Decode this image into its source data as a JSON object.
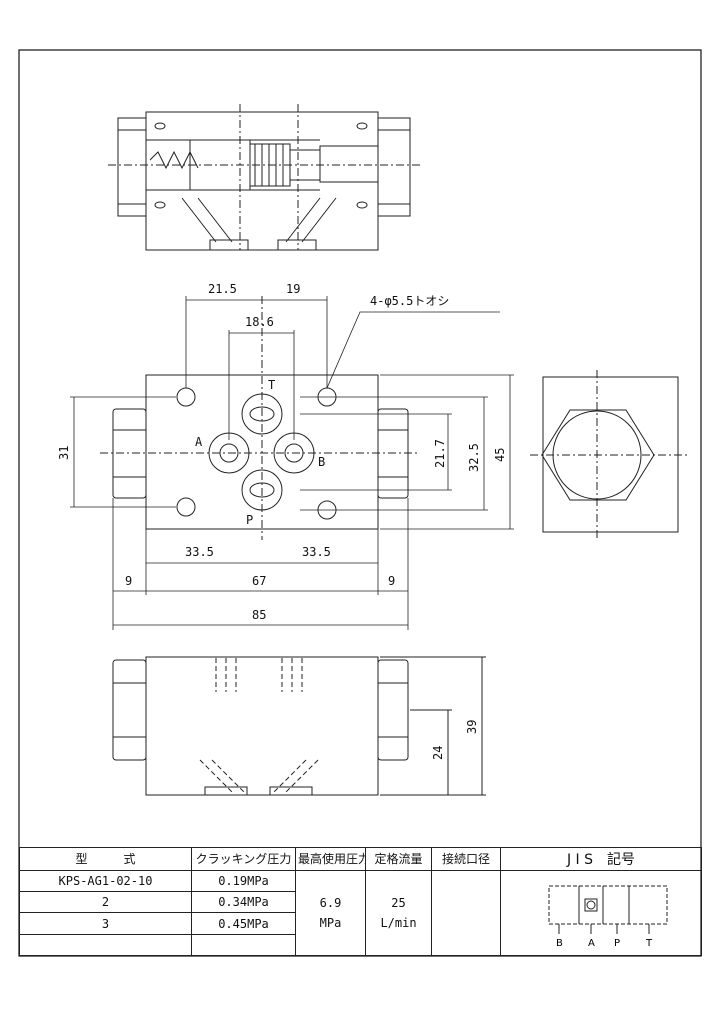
{
  "top_view": {
    "port_labels": [
      "T",
      "A",
      "B",
      "P"
    ]
  },
  "dimensions": {
    "d21_5": "21.5",
    "d19": "19",
    "d18_6": "18.6",
    "hole_note": "4-φ5.5トオシ",
    "d31": "31",
    "d21_7": "21.7",
    "d32_5": "32.5",
    "d45": "45",
    "d33_5_left": "33.5",
    "d33_5_right": "33.5",
    "d9_left": "9",
    "d67": "67",
    "d9_right": "9",
    "d85": "85",
    "d24": "24",
    "d39": "39"
  },
  "table": {
    "headers": {
      "model": "型　　　式",
      "cracking_pressure": "クラッキング圧力",
      "max_pressure": "最高使用圧力",
      "rated_flow": "定格流量",
      "port_size": "接続口径",
      "jis_symbol": "J I S　記号"
    },
    "rows": [
      {
        "model": "KPS-AG1-02-10",
        "cracking": "0.19MPa"
      },
      {
        "model": "2",
        "cracking": "0.34MPa"
      },
      {
        "model": "3",
        "cracking": "0.45MPa"
      }
    ],
    "max_pressure_value": "6.9",
    "max_pressure_unit": "MPa",
    "rated_flow_value": "25",
    "rated_flow_unit": "L/min",
    "jis_ports": [
      "B",
      "A",
      "P",
      "T"
    ]
  }
}
